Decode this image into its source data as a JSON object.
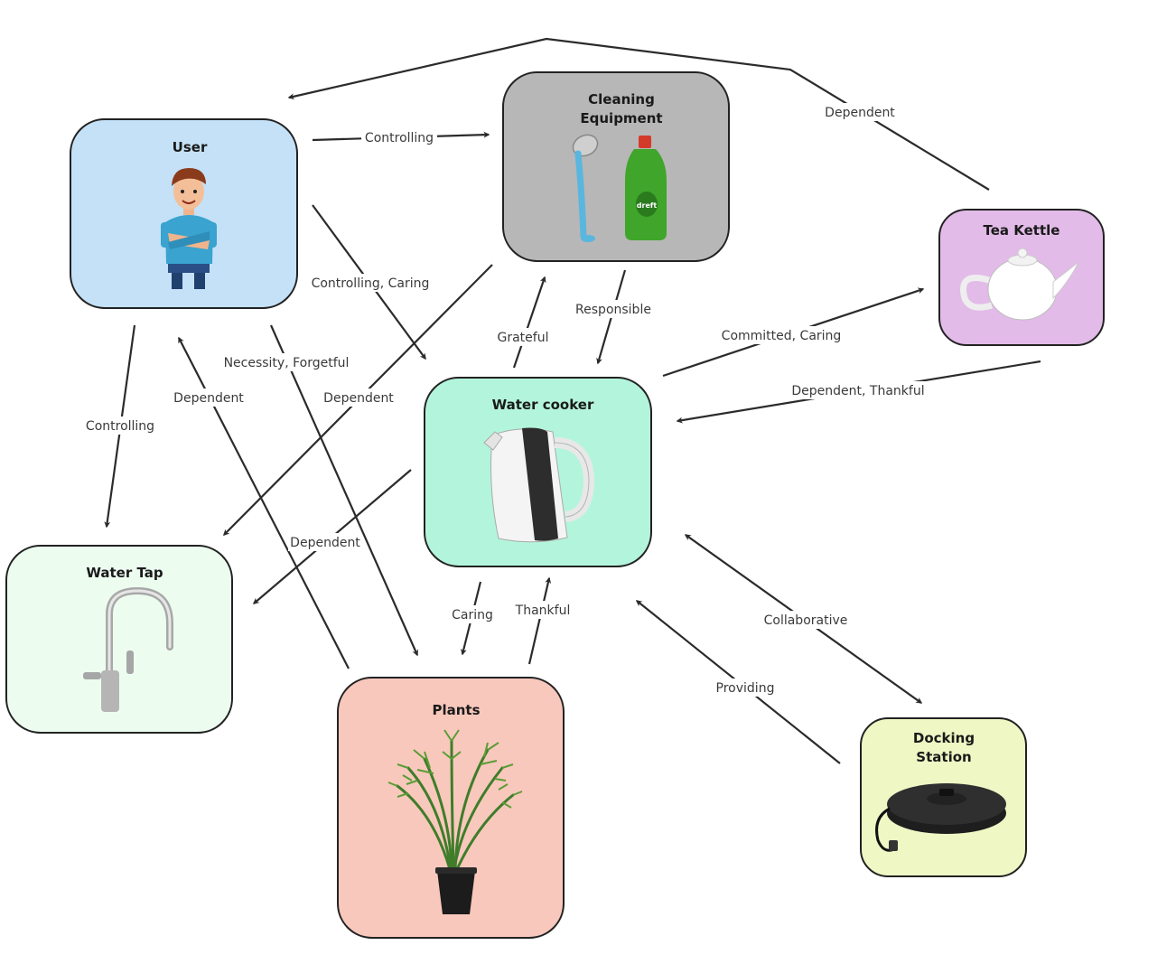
{
  "nodes": {
    "user": {
      "title": "User",
      "color": "#c4e1f7"
    },
    "cleaning": {
      "title_line1": "Cleaning",
      "title_line2": "Equipment",
      "color": "#b7b7b7"
    },
    "tea_kettle": {
      "title": "Tea Kettle",
      "color": "#e2bbe8"
    },
    "water_cooker": {
      "title": "Water cooker",
      "color": "#b3f5dc"
    },
    "water_tap": {
      "title": "Water Tap",
      "color": "#ecfdf0"
    },
    "plants": {
      "title": "Plants",
      "color": "#f9c8bd"
    },
    "docking": {
      "title_line1": "Docking",
      "title_line2": "Station",
      "color": "#eff7c4"
    }
  },
  "edges": {
    "user_cleaning": "Controlling",
    "kettle_user": "Dependent",
    "user_cooker": "Controlling, Caring",
    "user_plants": "Necessity, Forgetful",
    "plants_user": "Dependent",
    "cleaning_tap": "Dependent",
    "user_tap": "Controlling",
    "cooker_tap": "Dependent",
    "cooker_cleaning": "Grateful",
    "cleaning_cooker": "Responsible",
    "cooker_kettle": "Committed, Caring",
    "kettle_cooker": "Dependent, Thankful",
    "cooker_plants": "Caring",
    "plants_cooker": "Thankful",
    "cooker_docking": "Collaborative",
    "docking_cooker": "Providing"
  }
}
